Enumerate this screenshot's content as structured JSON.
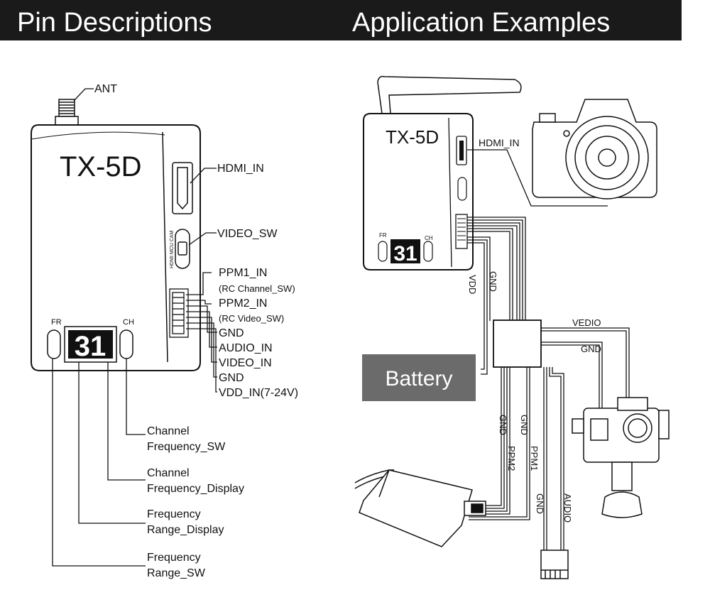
{
  "header": {
    "left_title": "Pin Descriptions",
    "right_title": "Application Examples",
    "background": "#1a1a1a",
    "text_color": "#ffffff"
  },
  "left": {
    "model": "TX-5D",
    "ant": "ANT",
    "hdmi": "HDMI_IN",
    "video_sw": "VIDEO_SW",
    "switch_labels": "HDMI MCU CAM",
    "ppm1": "PPM1_IN",
    "ppm1_note": "(RC Channel_SW)",
    "ppm2": "PPM2_IN",
    "ppm2_note": "(RC Video_SW)",
    "gnd1": "GND",
    "audio": "AUDIO_IN",
    "video_in": "VIDEO_IN",
    "gnd2": "GND",
    "vdd": "VDD_IN(7-24V)",
    "fr": "FR",
    "ch": "CH",
    "display": "31",
    "ch_freq_sw": [
      "Channel",
      "Frequency_SW"
    ],
    "ch_freq_display": [
      "Channel",
      "Frequency_Display"
    ],
    "range_display": [
      "Frequency",
      "Range_Display"
    ],
    "range_sw": [
      "Frequency",
      "Range_SW"
    ]
  },
  "right": {
    "model": "TX-5D",
    "hdmi": "HDMI_IN",
    "fr": "FR",
    "ch": "CH",
    "display": "31",
    "vdd": "VDD",
    "gnd_top": "GND",
    "vedio": "VEDIO",
    "gnd_cam": "GND",
    "battery": "Battery",
    "battery_color": "#6b6b6b",
    "gnd_a": "GND",
    "gnd_b": "GND",
    "ppm2": "PPM2",
    "ppm1": "PPM1",
    "gnd_c": "GND",
    "audio": "AUDIO"
  }
}
